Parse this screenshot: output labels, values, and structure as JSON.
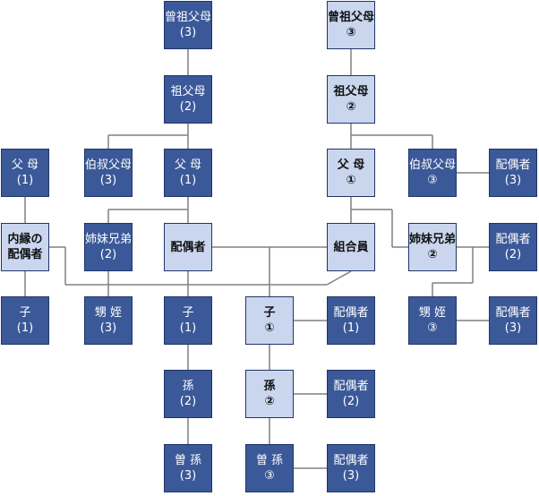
{
  "colors": {
    "dark_fill": "#3b5998",
    "light_fill": "#c9d6ee",
    "line": "#808080"
  },
  "nodes": {
    "ggp_spouse": {
      "l1": "曾祖父母",
      "l2": "(3)"
    },
    "ggp_member": {
      "l1": "曾祖父母",
      "l2": "③"
    },
    "gp_spouse": {
      "l1": "祖父母",
      "l2": "(2)"
    },
    "gp_member": {
      "l1": "祖父母",
      "l2": "②"
    },
    "p_cohab": {
      "l1": "父 母",
      "l2": "(1)"
    },
    "au_spouse": {
      "l1": "伯叔父母",
      "l2": "(3)"
    },
    "p_spouse": {
      "l1": "父 母",
      "l2": "(1)"
    },
    "p_member": {
      "l1": "父 母",
      "l2": "①"
    },
    "au_member": {
      "l1": "伯叔父母",
      "l2": "③"
    },
    "au_member_sp": {
      "l1": "配偶者",
      "l2": "(3)"
    },
    "cohab": {
      "l1": "内縁の",
      "l2": "配偶者"
    },
    "sib_spouse": {
      "l1": "姉妹兄弟",
      "l2": "(2)"
    },
    "spouse": {
      "l1": "配偶者",
      "l2": ""
    },
    "member": {
      "l1": "組合員",
      "l2": ""
    },
    "sib_member": {
      "l1": "姉妹兄弟",
      "l2": "②"
    },
    "sib_member_sp": {
      "l1": "配偶者",
      "l2": "(2)"
    },
    "c_cohab": {
      "l1": "子",
      "l2": "(1)"
    },
    "nn_spouse": {
      "l1": "甥 姪",
      "l2": "(3)"
    },
    "c_spouse": {
      "l1": "子",
      "l2": "(1)"
    },
    "c_member": {
      "l1": "子",
      "l2": "①"
    },
    "c_member_sp": {
      "l1": "配偶者",
      "l2": "(1)"
    },
    "nn_member": {
      "l1": "甥 姪",
      "l2": "③"
    },
    "nn_member_sp": {
      "l1": "配偶者",
      "l2": "(3)"
    },
    "gc_spouse": {
      "l1": "孫",
      "l2": "(2)"
    },
    "gc_member": {
      "l1": "孫",
      "l2": "②"
    },
    "gc_member_sp": {
      "l1": "配偶者",
      "l2": "(2)"
    },
    "ggc_spouse": {
      "l1": "曽 孫",
      "l2": "(3)"
    },
    "ggc_member": {
      "l1": "曽 孫",
      "l2": "③"
    },
    "ggc_member_sp": {
      "l1": "配偶者",
      "l2": "(3)"
    }
  }
}
